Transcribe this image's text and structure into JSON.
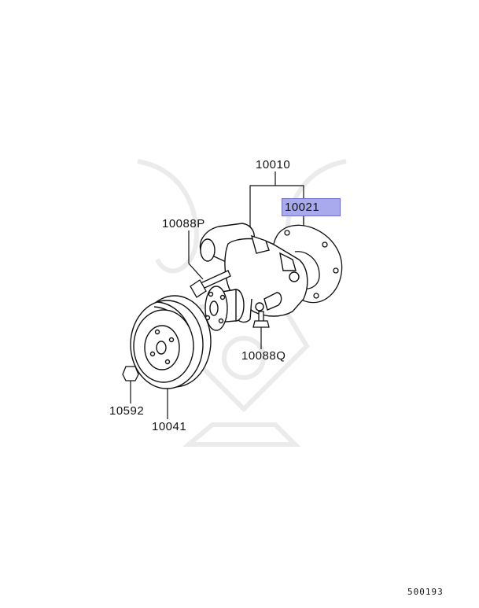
{
  "diagram": {
    "callouts": {
      "assembly": "10010",
      "gasket": "10021",
      "upper_bolt": "10088P",
      "lower_bolt": "10088Q",
      "pulley_bolt": "10592",
      "pulley": "10041"
    },
    "highlighted_part": "10021",
    "highlight_color": "#a9a9ee",
    "diagram_code": "500193"
  }
}
